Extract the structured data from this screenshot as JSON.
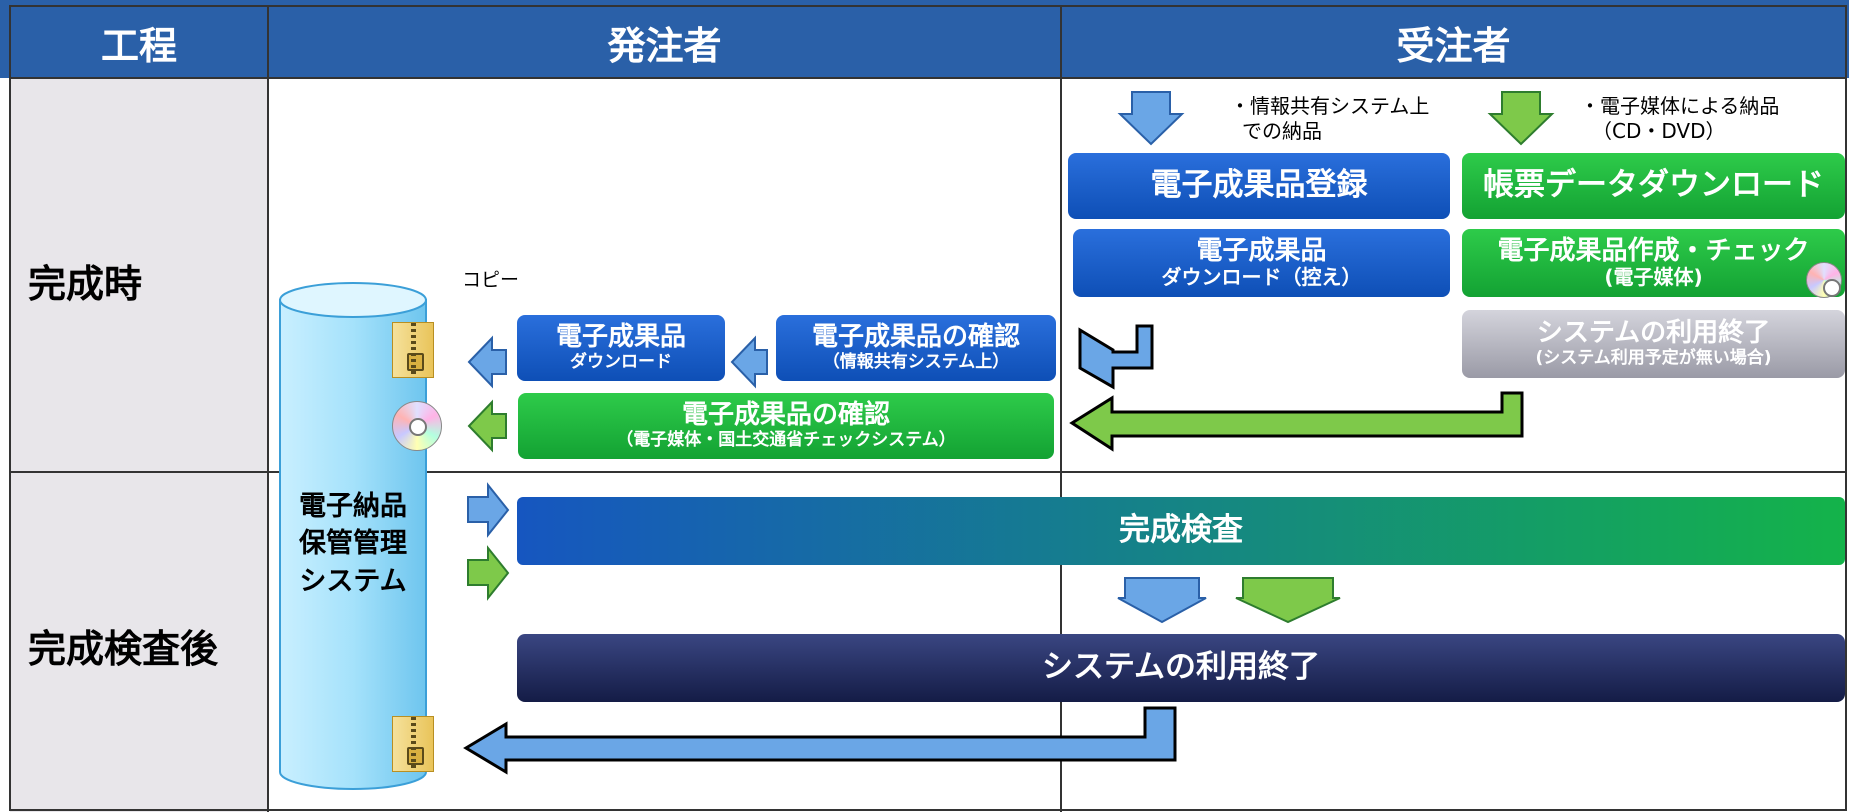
{
  "header": {
    "process": "工程",
    "orderer": "発注者",
    "contractor": "受注者"
  },
  "rows": {
    "completion": "完成時",
    "after_inspection": "完成検査後"
  },
  "system": {
    "label_line1": "電子納品",
    "label_line2": "保管管理",
    "label_line3": "システム"
  },
  "copy_label": "コピー",
  "notes": {
    "shared_system_line1": "・情報共有システム上",
    "shared_system_line2": "での納品",
    "media_line1": "・電子媒体による納品",
    "media_line2": "（CD・DVD）"
  },
  "boxes": {
    "register": "電子成果品登録",
    "form_download": "帳票データダウンロード",
    "product_title": "電子成果品",
    "product_download_backup": "ダウンロード（控え）",
    "create_check_title": "電子成果品作成・チェック",
    "create_check_sub": "(電子媒体)",
    "end_use_title": "システムの利用終了",
    "end_use_sub": "(システム利用予定が無い場合)",
    "dl_title": "電子成果品",
    "dl_sub": "ダウンロード",
    "confirm_shared_title": "電子成果品の確認",
    "confirm_shared_sub": "（情報共有システム上）",
    "confirm_media_title": "電子成果品の確認",
    "confirm_media_sub": "（電子媒体・国土交通省チェックシステム）",
    "inspection": "完成検査",
    "system_end": "システムの利用終了"
  },
  "colors": {
    "header_blue": "#2a60a8",
    "row_gray": "#e8e6ea",
    "box_blue": "#1557c8",
    "box_green": "#19b03c",
    "box_gray": "#a8a8b4",
    "arrow_blue": "#6aa6e6",
    "arrow_green": "#7ec94a",
    "navy": "#1f2a5e",
    "cylinder": "#9fdcf7"
  },
  "icons": {
    "zip": "zip-folder-icon",
    "cd": "cd-disc-icon"
  }
}
